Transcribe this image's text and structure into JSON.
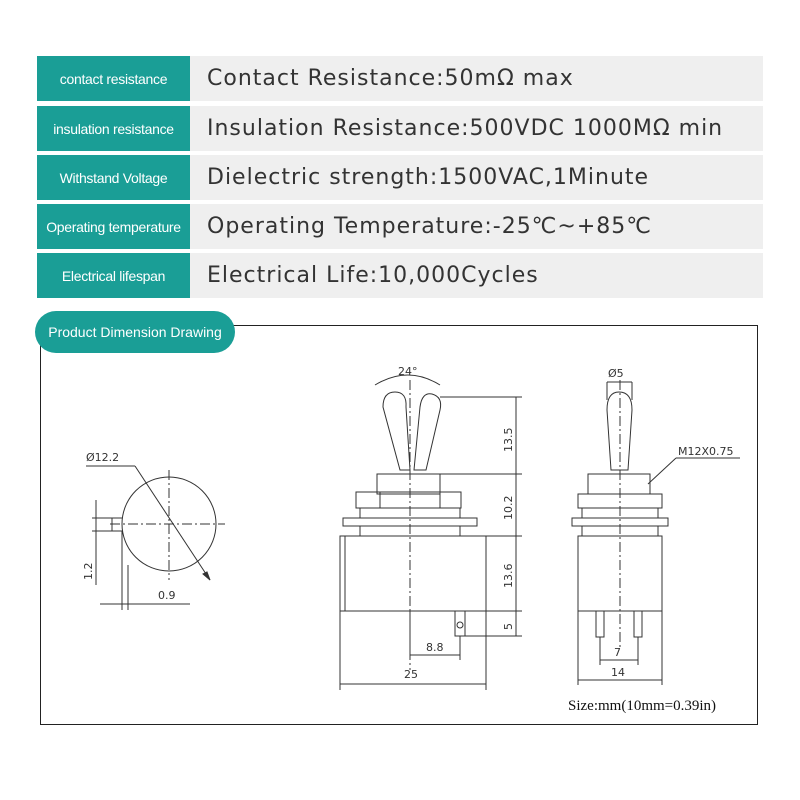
{
  "specs": [
    {
      "label": "contact resistance",
      "value": "Contact Resistance:50mΩ max"
    },
    {
      "label": "insulation resistance",
      "value": "Insulation Resistance:500VDC 1000MΩ min"
    },
    {
      "label": "Withstand Voltage",
      "value": "Dielectric strength:1500VAC,1Minute"
    },
    {
      "label": "Operating temperature",
      "value": "Operating Temperature:-25℃~+85℃"
    },
    {
      "label": "Electrical lifespan",
      "value": "Electrical Life:10,000Cycles"
    }
  ],
  "drawing": {
    "title": "Product Dimension Drawing",
    "size_note": "Size:mm(10mm=0.39in)",
    "dims": {
      "diameter": "Ø12.2",
      "key_height": "1.2",
      "key_width": "0.9",
      "angle": "24°",
      "lever_height": "13.5",
      "bushing_height": "10.2",
      "body_height": "13.6",
      "terminal_height": "5",
      "terminal_spacing": "8.8",
      "body_width": "25",
      "lever_diameter": "Ø5",
      "thread": "M12X0.75",
      "side_terminal_spacing": "7",
      "side_width": "14"
    }
  },
  "colors": {
    "accent": "#1a9e96",
    "row_bg": "#efefef",
    "line": "#333333"
  }
}
